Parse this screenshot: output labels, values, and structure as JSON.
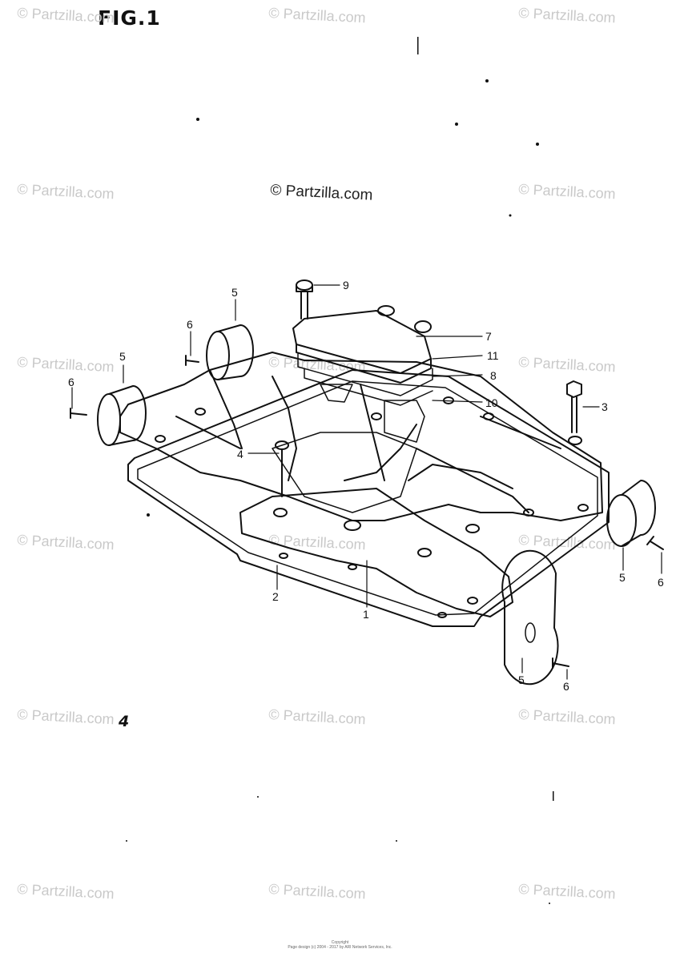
{
  "figure": {
    "title": "FIG.1",
    "corner_mark": "4",
    "watermark": "© Partzilla.com",
    "center_watermark": "© Partzilla.com"
  },
  "callouts": [
    {
      "id": "c9",
      "label": "9"
    },
    {
      "id": "c5a",
      "label": "5"
    },
    {
      "id": "c6a",
      "label": "6"
    },
    {
      "id": "c7",
      "label": "7"
    },
    {
      "id": "c11",
      "label": "11"
    },
    {
      "id": "c5b",
      "label": "5"
    },
    {
      "id": "c8",
      "label": "8"
    },
    {
      "id": "c6b",
      "label": "6"
    },
    {
      "id": "c10",
      "label": "10"
    },
    {
      "id": "c3",
      "label": "3"
    },
    {
      "id": "c4",
      "label": "4"
    },
    {
      "id": "c2",
      "label": "2"
    },
    {
      "id": "c1",
      "label": "1"
    },
    {
      "id": "c5c",
      "label": "5"
    },
    {
      "id": "c6c",
      "label": "6"
    },
    {
      "id": "c5d",
      "label": "5"
    },
    {
      "id": "c6d",
      "label": "6"
    }
  ],
  "footer": {
    "line1": "Copyright",
    "line2": "Page design (c) 2004 - 2017 by ARI Network Services, Inc."
  }
}
